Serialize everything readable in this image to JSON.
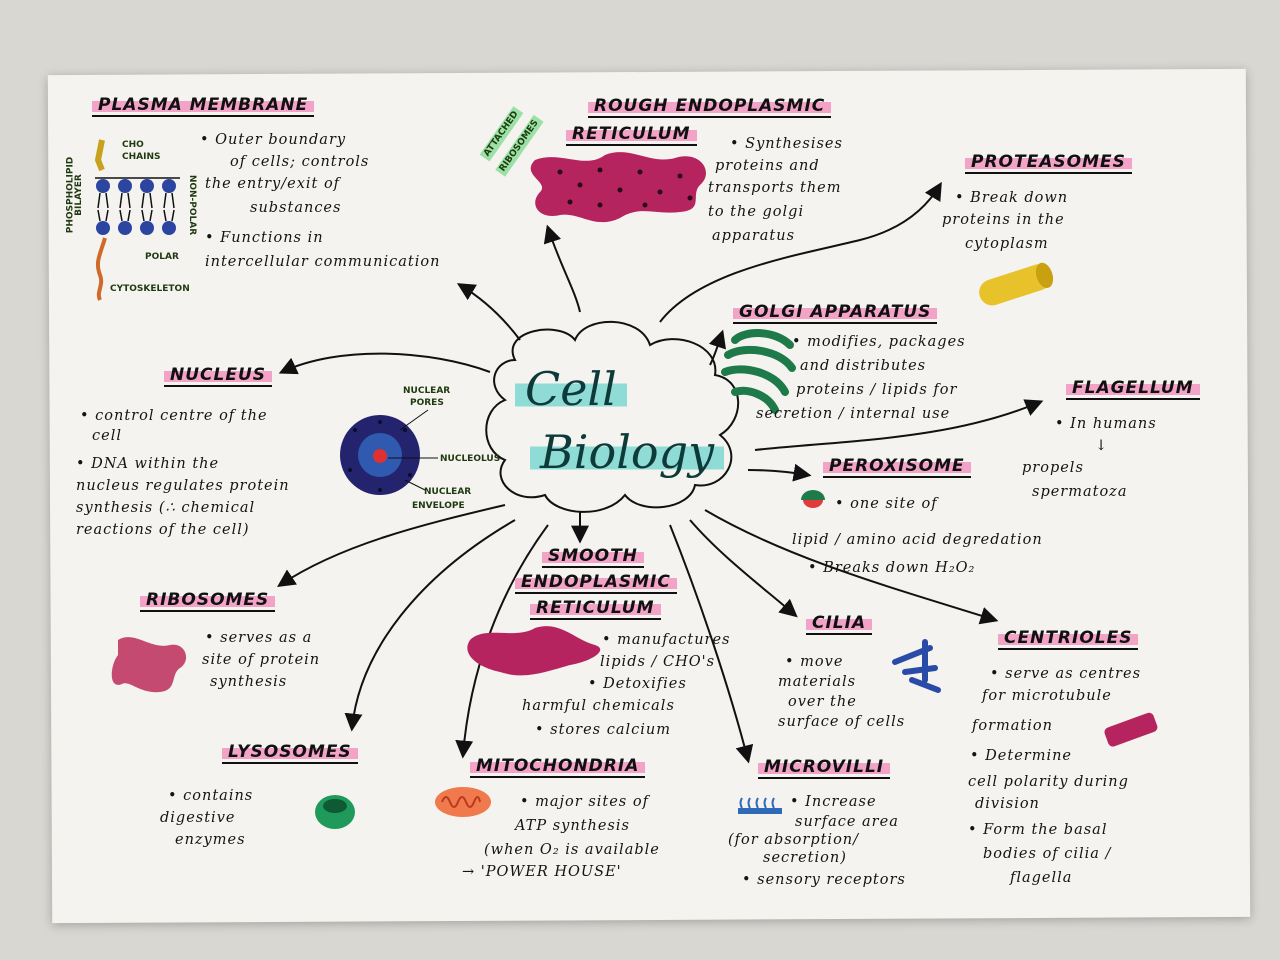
{
  "center": {
    "line1": "Cell",
    "line2": "Biology"
  },
  "plasma": {
    "heading": "PLASMA MEMBRANE",
    "l1": "• Outer boundary",
    "l2": "of cells; controls",
    "l3": "the entry/exit of",
    "l4": "substances",
    "l5": "• Functions in",
    "l6": "intercellular communication",
    "lbl_cho": "CHO",
    "lbl_chains": "CHAINS",
    "lbl_phospho": "PHOSPHOLIPID",
    "lbl_bilayer": "BILAYER",
    "lbl_nonpolar": "NON-POLAR",
    "lbl_polar": "POLAR",
    "lbl_cyto": "CYTOSKELETON"
  },
  "rough_er": {
    "heading1": "ROUGH ENDOPLASMIC",
    "heading2": "RETICULUM",
    "attached1": "ATTACHED",
    "attached2": "RIBOSOMES",
    "l1": "• Synthesises",
    "l2": "proteins and",
    "l3": "transports them",
    "l4": "to the golgi",
    "l5": "apparatus"
  },
  "proteasomes": {
    "heading": "PROTEASOMES",
    "l1": "• Break down",
    "l2": "proteins in the",
    "l3": "cytoplasm"
  },
  "golgi": {
    "heading": "GOLGI APPARATUS",
    "l1": "• modifies, packages",
    "l2": "and distributes",
    "l3": "proteins / lipids for",
    "l4": "secretion / internal use"
  },
  "flagellum": {
    "heading": "FLAGELLUM",
    "l1": "• In humans",
    "arrow": "↓",
    "l2": "propels",
    "l3": "spermatoza"
  },
  "nucleus": {
    "heading": "NUCLEUS",
    "l1": "• control centre of the",
    "l2": "cell",
    "l3": "• DNA within the",
    "l4": "nucleus regulates protein",
    "l5": "synthesis (∴ chemical",
    "l6": "reactions of the cell)",
    "lbl_pores1": "NUCLEAR",
    "lbl_pores2": "PORES",
    "lbl_nucleolus": "NUCLEOLUS",
    "lbl_env1": "NUCLEAR",
    "lbl_env2": "ENVELOPE"
  },
  "peroxisome": {
    "heading": "PEROXISOME",
    "l1": "• one site of",
    "l2": "lipid / amino acid degredation",
    "l3": "• Breaks down H₂O₂"
  },
  "smooth_er": {
    "heading1": "SMOOTH",
    "heading2": "ENDOPLASMIC",
    "heading3": "RETICULUM",
    "l1": "• manufactures",
    "l2": "lipids / CHO's",
    "l3": "• Detoxifies",
    "l4": "harmful chemicals",
    "l5": "• stores calcium"
  },
  "ribosomes": {
    "heading": "RIBOSOMES",
    "l1": "• serves as a",
    "l2": "site of protein",
    "l3": "synthesis"
  },
  "cilia": {
    "heading": "CILIA",
    "l1": "• move",
    "l2": "materials",
    "l3": "over the",
    "l4": "surface of cells"
  },
  "centrioles": {
    "heading": "CENTRIOLES",
    "l1": "• serve as centres",
    "l2": "for microtubule",
    "l3": "formation",
    "l4": "• Determine",
    "l5": "cell polarity during",
    "l6": "division",
    "l7": "• Form the basal",
    "l8": "bodies of cilia /",
    "l9": "flagella"
  },
  "lysosomes": {
    "heading": "LYSOSOMES",
    "l1": "• contains",
    "l2": "digestive",
    "l3": "enzymes"
  },
  "mitochondria": {
    "heading": "MITOCHONDRIA",
    "l1": "• major sites of",
    "l2": "ATP synthesis",
    "l3": "(when O₂ is available",
    "l4": "→ 'POWER HOUSE'"
  },
  "microvilli": {
    "heading": "MICROVILLI",
    "l1": "• Increase",
    "l2": "surface area",
    "l3": "(for absorption/",
    "l4": "secretion)",
    "l5": "• sensory receptors"
  },
  "colors": {
    "pink_highlight": "#f3a3c7",
    "teal_highlight": "#8fdcd6",
    "magenta": "#b5245e",
    "green": "#1f7a4a",
    "navy": "#23236e",
    "yellow": "#e8c22a",
    "orange": "#f07a4e"
  }
}
